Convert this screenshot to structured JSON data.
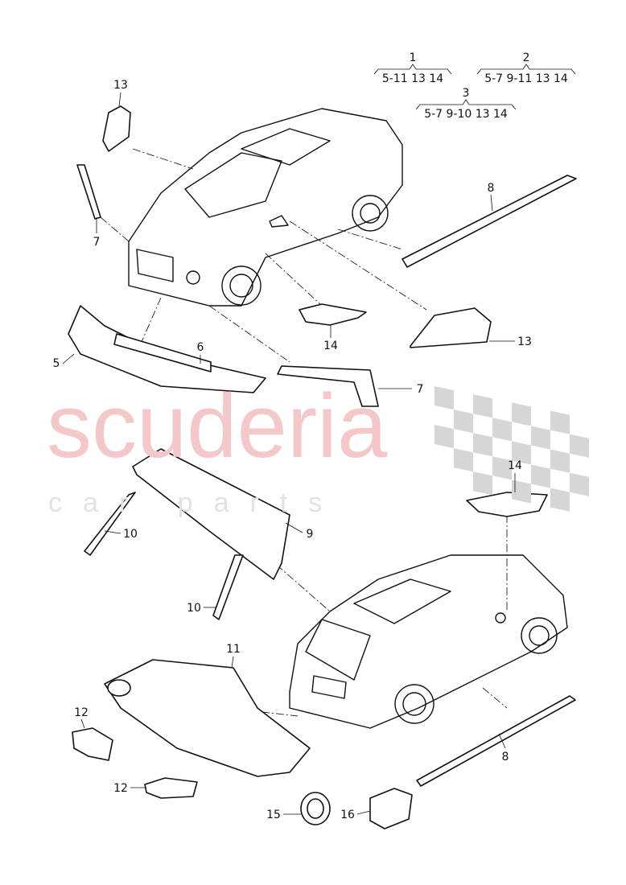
{
  "legend": [
    {
      "number": "1",
      "parts": "5-11  13 14"
    },
    {
      "number": "2",
      "parts": "5-7 9-11 13 14"
    },
    {
      "number": "3",
      "parts": "5-7 9-10 13 14"
    }
  ],
  "watermark": {
    "brand": "scuderia",
    "tagline": "car parts",
    "brand_color": "#f4c7c9",
    "flag_color": "#d6d6d6"
  },
  "callouts": [
    "13",
    "7",
    "8",
    "14",
    "13",
    "6",
    "5",
    "7",
    "9",
    "14",
    "10",
    "10",
    "11",
    "12",
    "12",
    "15",
    "16",
    "8"
  ]
}
